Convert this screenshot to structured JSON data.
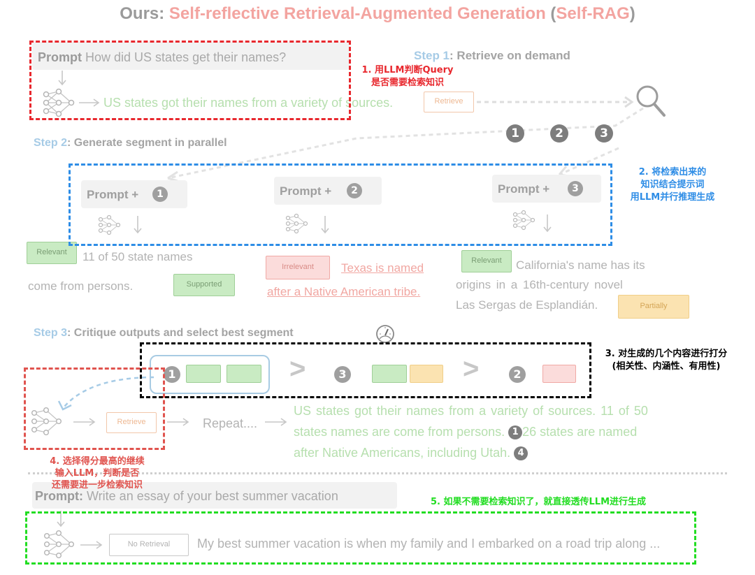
{
  "title": {
    "ours": "Ours:",
    "name": "Self-reflective Retrieval-Augmented Generation",
    "open": "(",
    "abbr": "Self-RAG",
    "close": ")"
  },
  "prompt1": {
    "label": "Prompt",
    "text": "How did US states get their names?"
  },
  "step1": {
    "num": "Step 1",
    "text": ": Retrieve on demand"
  },
  "output1": "US states got their names from a variety of sources.",
  "tags": {
    "retrieve": "Retrieve",
    "relevant": "Relevant",
    "irrelevant": "Irrelevant",
    "supported": "Supported",
    "partially": "Partially",
    "no_retrieval": "No Retrieval"
  },
  "nums": [
    "1",
    "2",
    "3",
    "4"
  ],
  "step2": {
    "num": "Step 2",
    "text": ": Generate segment in parallel"
  },
  "prompt_plus": "Prompt +",
  "seg1": {
    "line1": "11 of 50 state names",
    "line2": "come from persons."
  },
  "seg2": {
    "line1": "Texas is named",
    "line2": "after a Native American tribe."
  },
  "seg3": {
    "line1": "California's name has its",
    "line2": "origins in a 16th-century novel",
    "line3": "Las Sergas de Esplandián."
  },
  "step3": {
    "num": "Step 3",
    "text": ": Critique outputs and select best segment"
  },
  "ranking": {
    "gt": ">"
  },
  "repeat": "Repeat....",
  "final": {
    "line1": "US states got their names from a variety of sources. 11 of 50",
    "line2a": "states names are come from persons.",
    "line2b": "26 states are named",
    "line3": "after Native Americans, including Utah."
  },
  "prompt2": {
    "label": "Prompt:",
    "text": "Write an essay of your best summer vacation"
  },
  "output2": "My best summer vacation is when my family and I embarked on a road trip along ...",
  "annotations": {
    "a1": [
      "1. 用LLM判断Query",
      "是否需要检索知识"
    ],
    "a2": [
      "2. 将检索出来的",
      "知识结合提示词",
      "用LLM并行推理生成"
    ],
    "a3": [
      "3. 对生成的几个内容进行打分",
      "(相关性、内涵性、有用性)"
    ],
    "a4": [
      "4. 选择得分最高的继续",
      "输入LLM，判断是否",
      "还需要进一步检索知识"
    ],
    "a5": "5. 如果不需要检索知识了，就直接透传LLM进行生成"
  },
  "colors": {
    "red": "#e8282e",
    "blue": "#2e8de6",
    "black": "#000000",
    "salmon": "#e0544f",
    "green": "#22dd22",
    "relevant_green": "#c9ebc3",
    "partial_orange": "#fbe3b1",
    "irrelevant_pink": "#fbdcdb"
  },
  "icons": [
    "network-icon",
    "magnifier-icon",
    "arrow-right-icon",
    "arrow-down-icon",
    "gauge-icon"
  ]
}
